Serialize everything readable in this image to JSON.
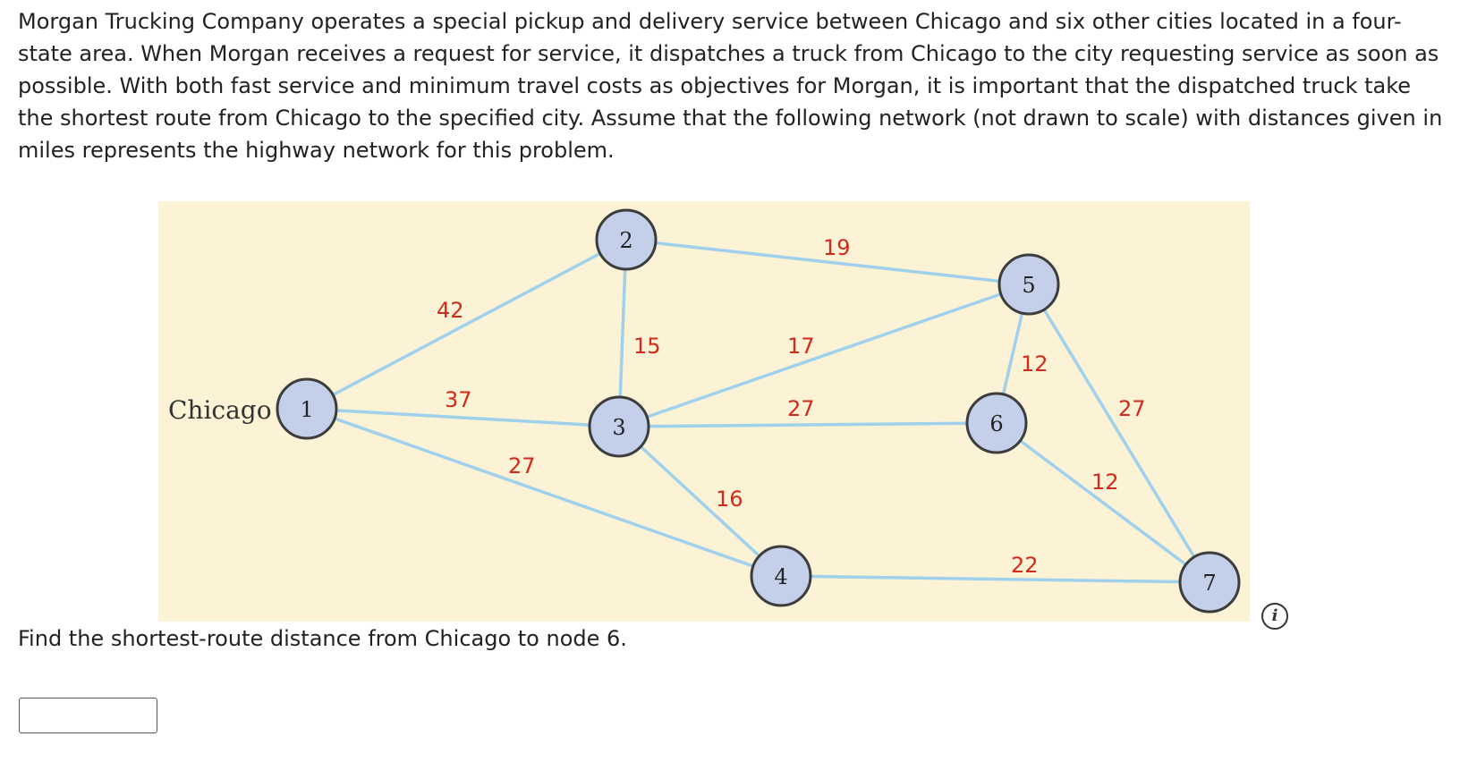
{
  "problem": {
    "text": "Morgan Trucking Company operates a special pickup and delivery service between Chicago and six other cities located in a four-state area. When Morgan receives a request for service, it dispatches a truck from Chicago to the city requesting service as soon as possible. With both fast service and minimum travel costs as objectives for Morgan, it is important that the dispatched truck take the shortest route from Chicago to the specified city. Assume that the following network (not drawn to scale) with distances given in miles represents the highway network for this problem."
  },
  "network": {
    "background_color": "#fcf3d7",
    "edge_color": "#9fd0ec",
    "weight_color": "#d22a1a",
    "node_fill": "#c4d0ea",
    "source_label": "Chicago",
    "nodes": [
      "1",
      "2",
      "3",
      "4",
      "5",
      "6",
      "7"
    ],
    "edges": [
      {
        "from": "1",
        "to": "2",
        "weight": "42"
      },
      {
        "from": "1",
        "to": "3",
        "weight": "37"
      },
      {
        "from": "1",
        "to": "4",
        "weight": "27"
      },
      {
        "from": "2",
        "to": "3",
        "weight": "15"
      },
      {
        "from": "2",
        "to": "5",
        "weight": "19"
      },
      {
        "from": "3",
        "to": "5",
        "weight": "17"
      },
      {
        "from": "3",
        "to": "6",
        "weight": "27"
      },
      {
        "from": "3",
        "to": "4",
        "weight": "16"
      },
      {
        "from": "5",
        "to": "6",
        "weight": "12"
      },
      {
        "from": "5",
        "to": "7",
        "weight": "27"
      },
      {
        "from": "6",
        "to": "7",
        "weight": "12"
      },
      {
        "from": "4",
        "to": "7",
        "weight": "22"
      }
    ]
  },
  "question": {
    "text": "Find the shortest-route distance from Chicago to node 6."
  },
  "answer": {
    "value": ""
  },
  "info_icon": {
    "glyph": "i",
    "icon": "info-icon"
  }
}
